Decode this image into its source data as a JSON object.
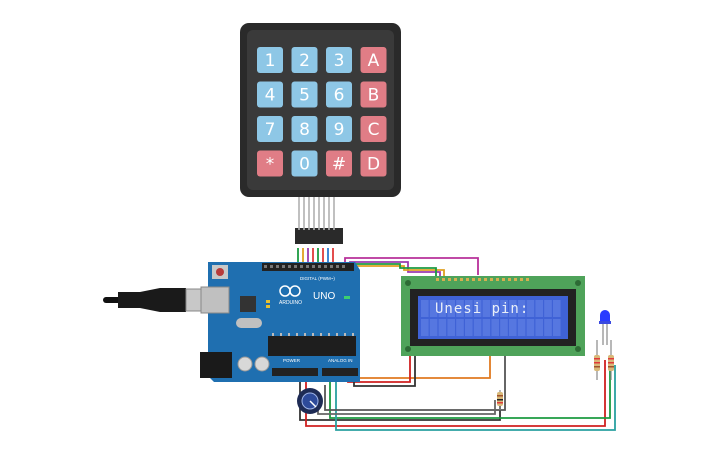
{
  "keypad": {
    "keys": [
      {
        "label": "1",
        "type": "num"
      },
      {
        "label": "2",
        "type": "num"
      },
      {
        "label": "3",
        "type": "num"
      },
      {
        "label": "A",
        "type": "letter"
      },
      {
        "label": "4",
        "type": "num"
      },
      {
        "label": "5",
        "type": "num"
      },
      {
        "label": "6",
        "type": "num"
      },
      {
        "label": "B",
        "type": "letter"
      },
      {
        "label": "7",
        "type": "num"
      },
      {
        "label": "8",
        "type": "num"
      },
      {
        "label": "9",
        "type": "num"
      },
      {
        "label": "C",
        "type": "letter"
      },
      {
        "label": "*",
        "type": "letter"
      },
      {
        "label": "0",
        "type": "num"
      },
      {
        "label": "#",
        "type": "letter"
      },
      {
        "label": "D",
        "type": "letter"
      }
    ]
  },
  "arduino": {
    "logo_text": "ARDUINO",
    "model": "UNO",
    "digital_label": "DIGITAL (PWM~)",
    "power_label": "POWER",
    "analog_label": "ANALOG IN"
  },
  "lcd": {
    "text": "Unesi pin:"
  },
  "colors": {
    "board": "#1f6fb0",
    "lcd_board": "#4fa35a",
    "lcd_screen": "#3f62d6",
    "key_num": "#8ec7e6",
    "key_letter": "#e07d86",
    "keypad_body": "#2a2a2a"
  }
}
